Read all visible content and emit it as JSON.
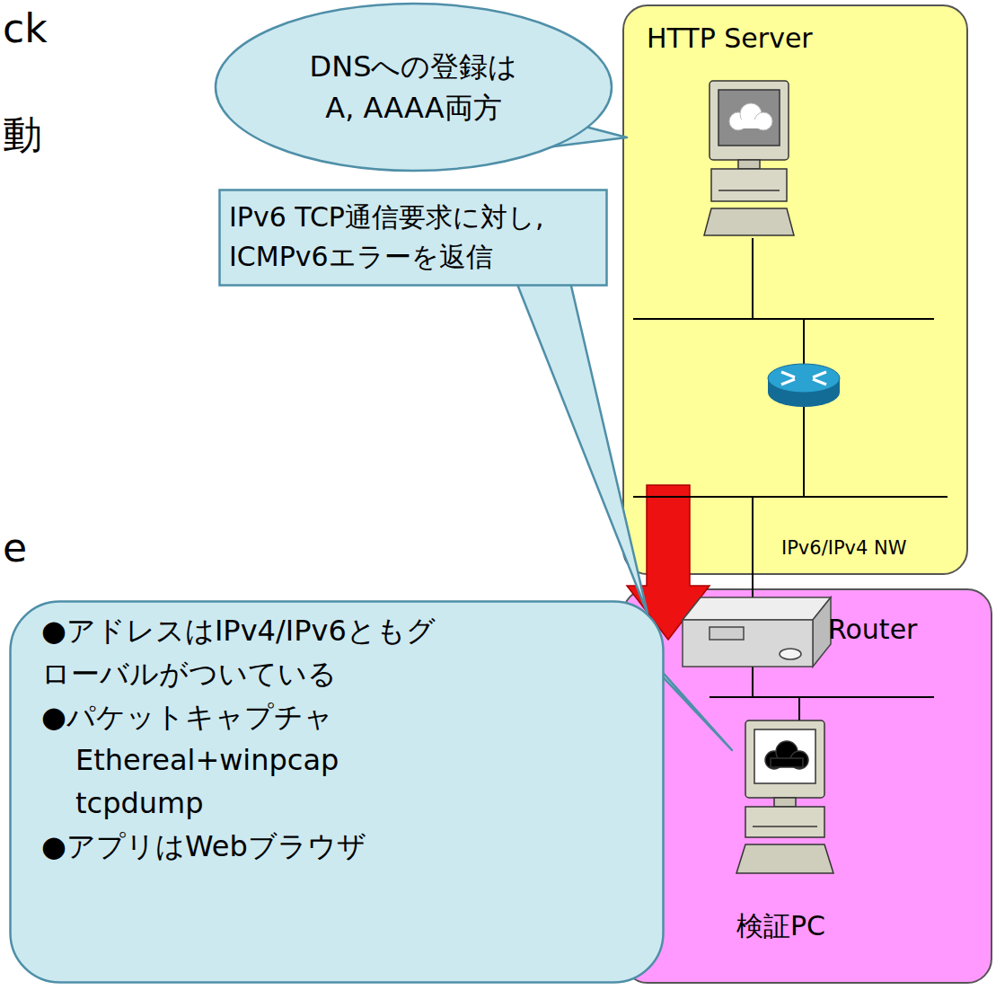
{
  "diagram": {
    "nodes": [
      {
        "text": [
          "HTTP Server",
          "IPv6/IPv4 NW"
        ]
      },
      {
        "text": [
          "Router",
          "検証PC"
        ]
      },
      {
        "text": [
          "DNSへの登録は A, AAAA両方"
        ]
      },
      {
        "text": [
          "IPv6 TCP通信要求に対し, ICMPv6エラーを返信"
        ]
      },
      {
        "text": [
          "●アドレスはIPv4/IPv6ともグ ローバルがついている",
          "●パケットキャプチャ",
          "Ethereal+winpcap",
          "tcpdump",
          "●アプリはWebブラウザ"
        ]
      }
    ],
    "labels": [
      "ck",
      "動",
      "e"
    ]
  }
}
